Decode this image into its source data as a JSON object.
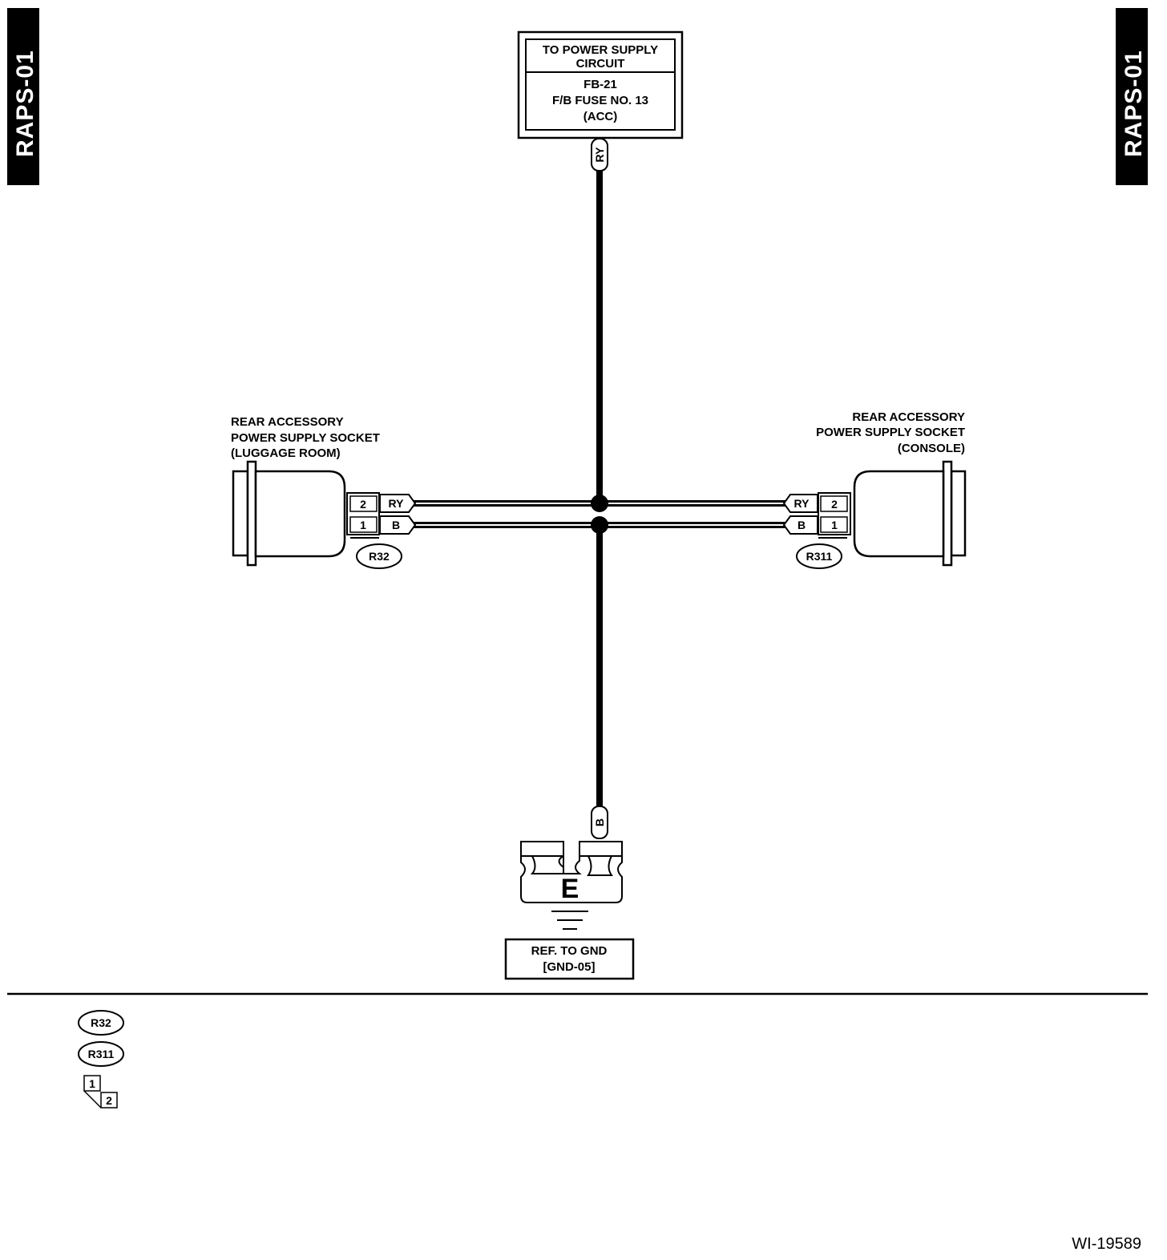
{
  "side_tab": {
    "left": "RAPS-01",
    "right": "RAPS-01"
  },
  "power_box": {
    "title": "TO POWER SUPPLY CIRCUIT",
    "title_line1": "TO POWER SUPPLY",
    "title_line2": "CIRCUIT",
    "line1": "FB-21",
    "line2": "F/B FUSE NO. 13",
    "line3": "(ACC)"
  },
  "wires": {
    "top_color": "RY",
    "bottom_color": "B"
  },
  "left_socket": {
    "label_line1": "REAR ACCESSORY",
    "label_line2": "POWER SUPPLY SOCKET",
    "label_line3": "(LUGGAGE ROOM)",
    "connector": "R32",
    "pins": [
      {
        "number": "2",
        "wire": "RY"
      },
      {
        "number": "1",
        "wire": "B"
      }
    ]
  },
  "right_socket": {
    "label_line1": "REAR ACCESSORY",
    "label_line2": "POWER SUPPLY SOCKET",
    "label_line3": "(CONSOLE)",
    "connector": "R311",
    "pins": [
      {
        "number": "2",
        "wire": "RY"
      },
      {
        "number": "1",
        "wire": "B"
      }
    ]
  },
  "ground": {
    "letter": "E",
    "ref_line1": "REF. TO GND",
    "ref_line2": "[GND-05]"
  },
  "legend": {
    "connectors": [
      "R32",
      "R311"
    ],
    "pin_key": [
      "1",
      "2"
    ]
  },
  "footer_code": "WI-19589"
}
